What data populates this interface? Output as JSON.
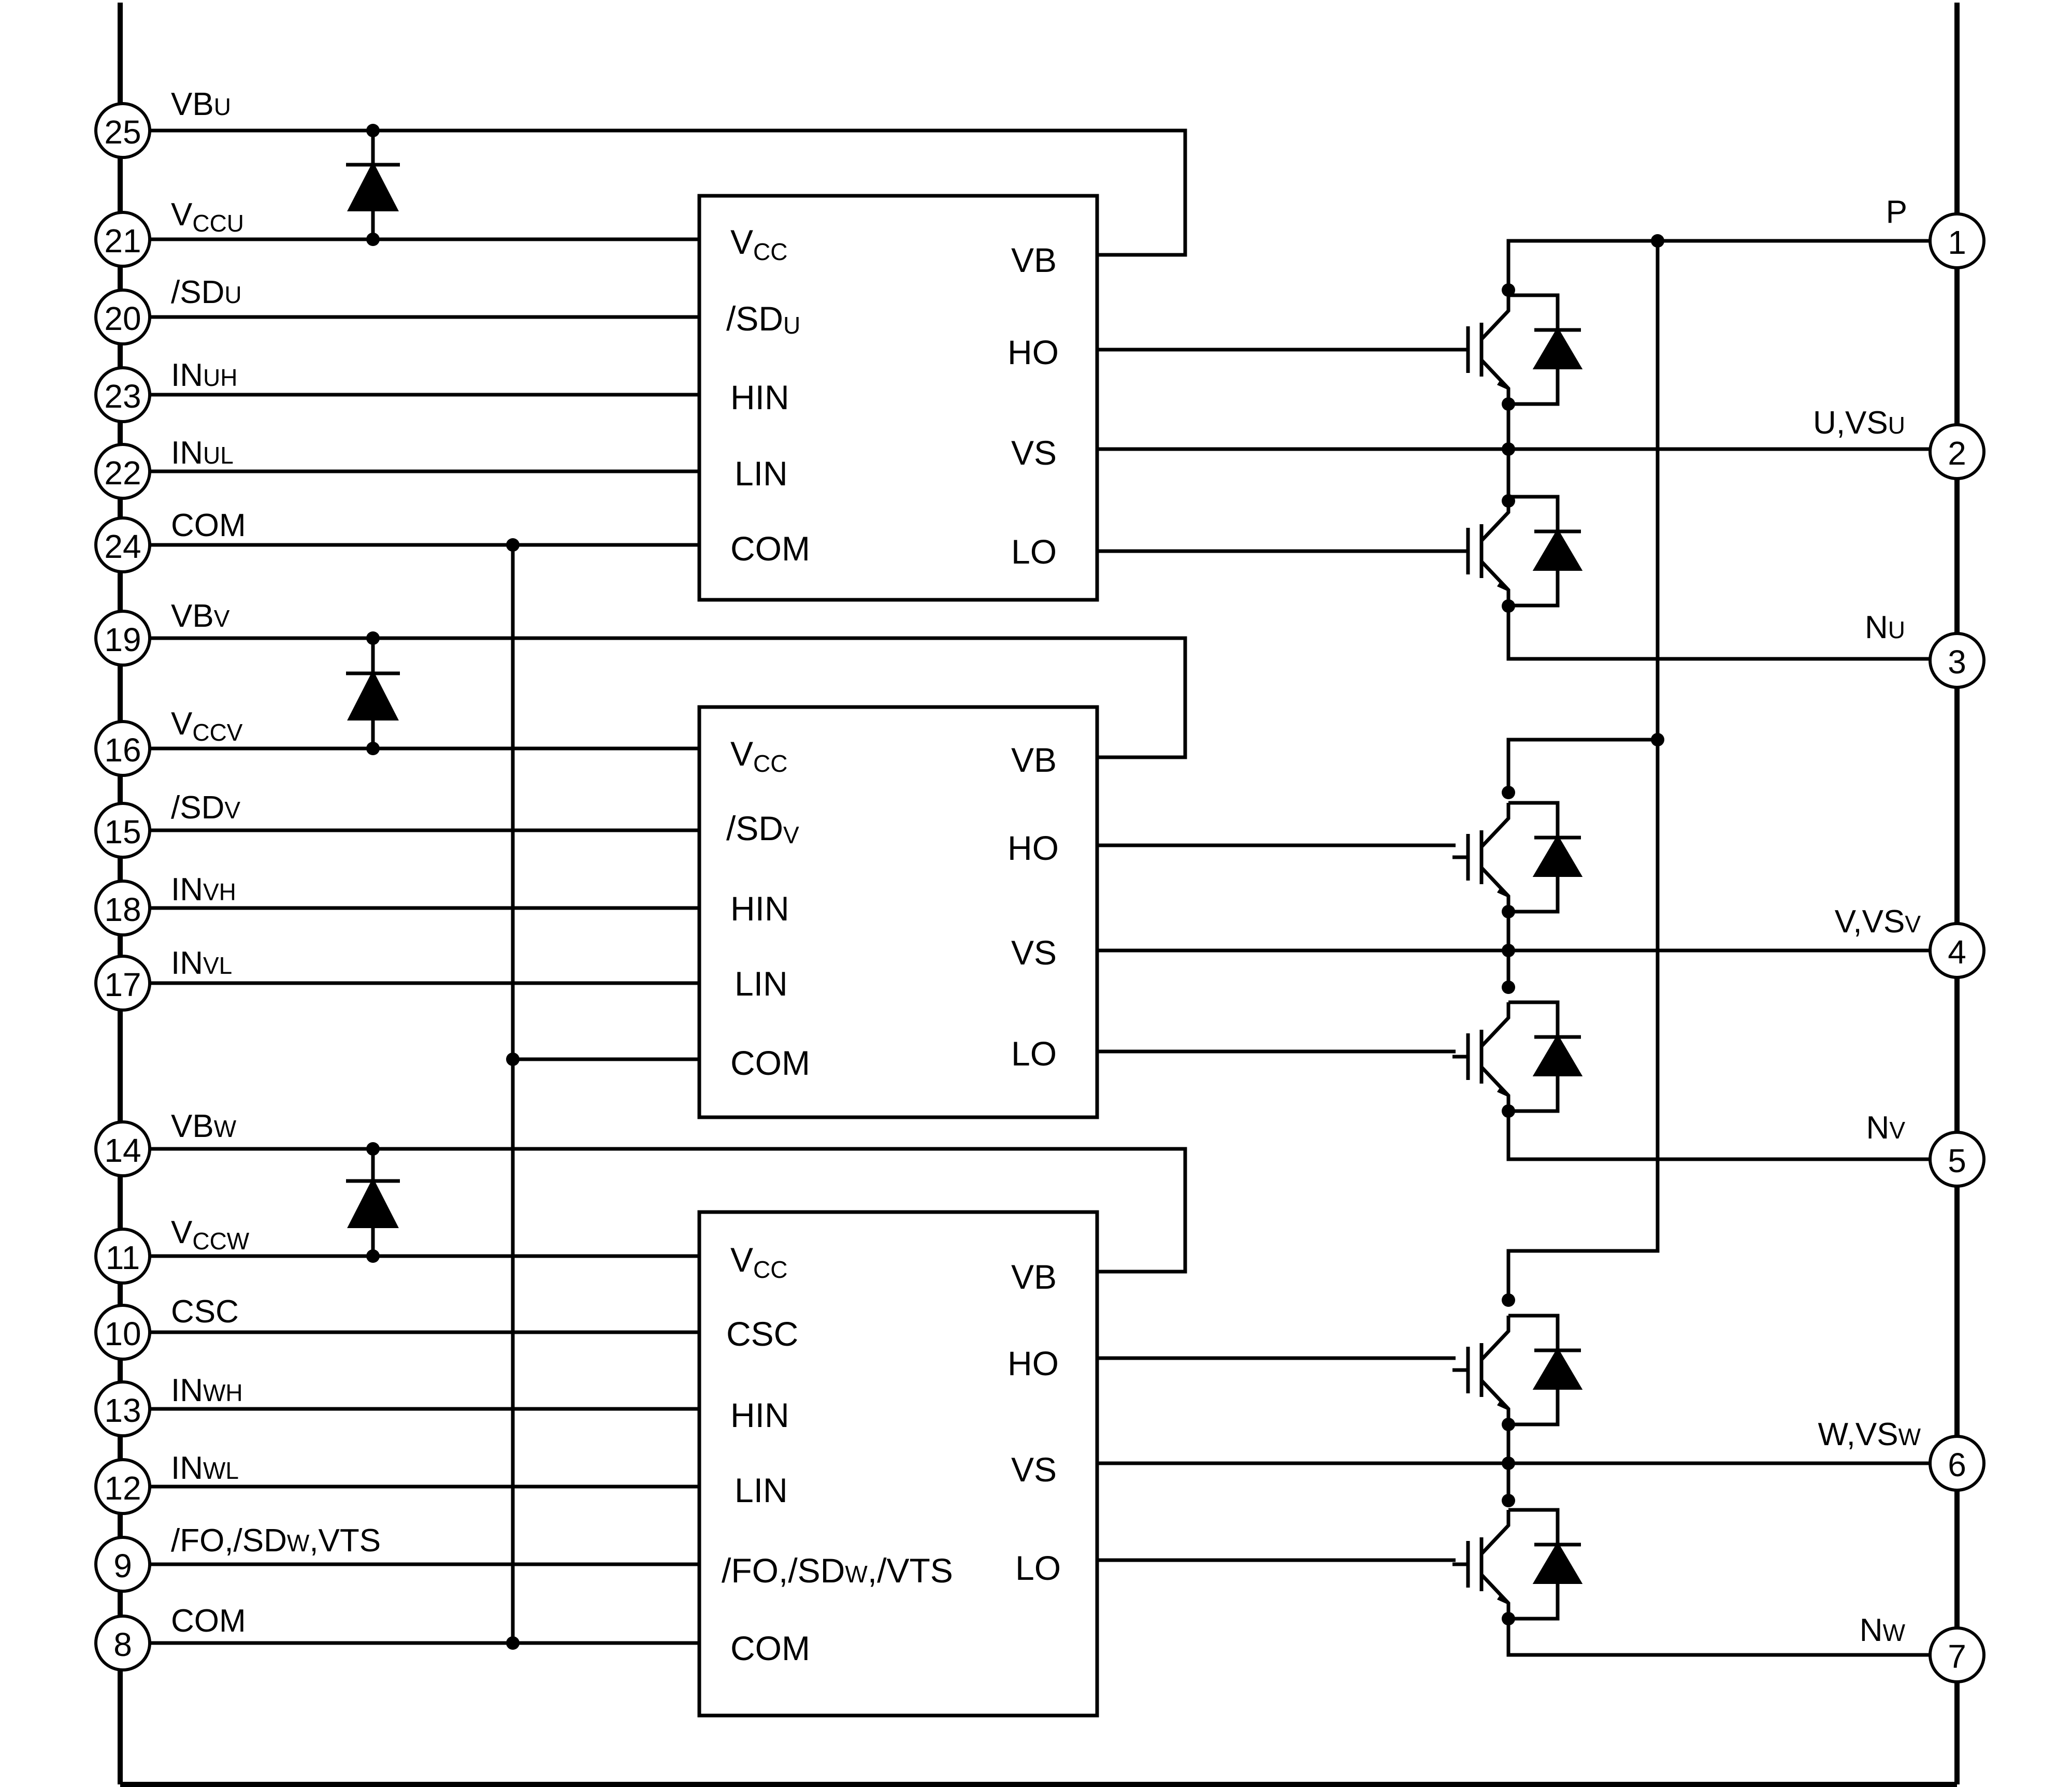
{
  "left_pins": [
    {
      "num": "25",
      "label": "VB",
      "sub": "U"
    },
    {
      "num": "21",
      "label": "V",
      "sub": "CCU"
    },
    {
      "num": "20",
      "label": "/SD",
      "sub": "U"
    },
    {
      "num": "23",
      "label": "IN",
      "sub": "UH"
    },
    {
      "num": "22",
      "label": "IN",
      "sub": "UL"
    },
    {
      "num": "24",
      "label": "COM",
      "sub": ""
    },
    {
      "num": "19",
      "label": "VB",
      "sub": "V"
    },
    {
      "num": "16",
      "label": "V",
      "sub": "CCV"
    },
    {
      "num": "15",
      "label": "/SD",
      "sub": "V"
    },
    {
      "num": "18",
      "label": "IN",
      "sub": "VH"
    },
    {
      "num": "17",
      "label": "IN",
      "sub": "VL"
    },
    {
      "num": "14",
      "label": "VB",
      "sub": "W"
    },
    {
      "num": "11",
      "label": "V",
      "sub": "CCW"
    },
    {
      "num": "10",
      "label": "CSC",
      "sub": ""
    },
    {
      "num": "13",
      "label": "IN",
      "sub": "WH"
    },
    {
      "num": "12",
      "label": "IN",
      "sub": "WL"
    },
    {
      "num": "9",
      "label": "/FO,/SD",
      "sub": "W",
      "tail": ",VTS"
    },
    {
      "num": "8",
      "label": "COM",
      "sub": ""
    }
  ],
  "right_pins": [
    {
      "num": "1",
      "label": "P",
      "sub": ""
    },
    {
      "num": "2",
      "label": "U,VS",
      "sub": "U"
    },
    {
      "num": "3",
      "label": "N",
      "sub": "U"
    },
    {
      "num": "4",
      "label": "V,VS",
      "sub": "V"
    },
    {
      "num": "5",
      "label": "N",
      "sub": "V"
    },
    {
      "num": "6",
      "label": "W,VS",
      "sub": "W"
    },
    {
      "num": "7",
      "label": "N",
      "sub": "W"
    }
  ],
  "drivers": [
    {
      "inputs": [
        {
          "label": "V",
          "sub": "CC"
        },
        {
          "label": "/SD",
          "sub": "U"
        },
        {
          "label": "HIN",
          "sub": ""
        },
        {
          "label": "LIN",
          "sub": ""
        },
        {
          "label": "COM",
          "sub": ""
        }
      ],
      "outputs": [
        "VB",
        "HO",
        "VS",
        "LO"
      ]
    },
    {
      "inputs": [
        {
          "label": "V",
          "sub": "CC"
        },
        {
          "label": "/SD",
          "sub": "V"
        },
        {
          "label": "HIN",
          "sub": ""
        },
        {
          "label": "LIN",
          "sub": ""
        },
        {
          "label": "COM",
          "sub": ""
        }
      ],
      "outputs": [
        "VB",
        "HO",
        "VS",
        "LO"
      ]
    },
    {
      "inputs": [
        {
          "label": "V",
          "sub": "CC"
        },
        {
          "label": "CSC",
          "sub": ""
        },
        {
          "label": "HIN",
          "sub": ""
        },
        {
          "label": "LIN",
          "sub": ""
        },
        {
          "label": "/FO,/SD",
          "sub": "W",
          "tail": ",/VTS"
        },
        {
          "label": "COM",
          "sub": ""
        }
      ],
      "outputs": [
        "VB",
        "HO",
        "VS",
        "LO"
      ]
    }
  ]
}
